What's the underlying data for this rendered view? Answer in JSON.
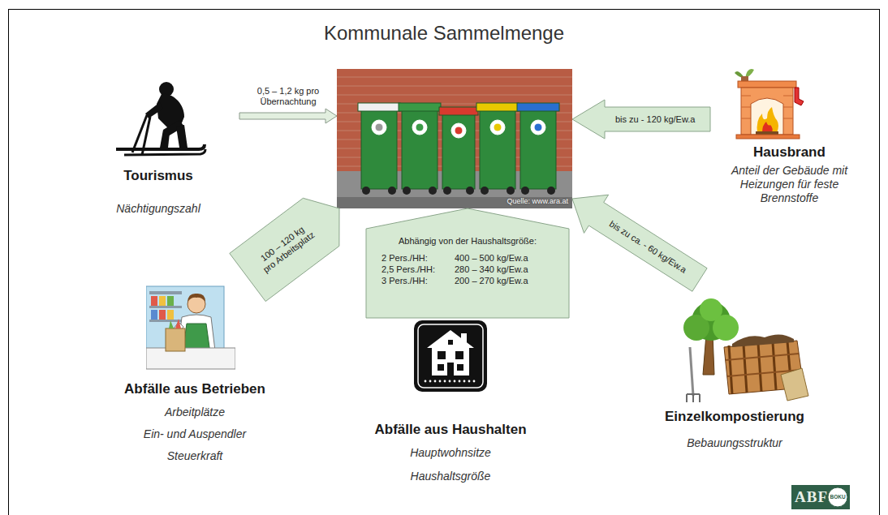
{
  "diagram": {
    "title": "Kommunale Sammelmenge",
    "nodes": [
      {
        "text": [
          "Tourismus",
          "Nächtigungszahl"
        ]
      },
      {
        "text": [
          "Quelle: www.ara.at"
        ]
      },
      {
        "text": [
          "Hausbrand",
          "Anteil der Gebäude mit Heizungen für feste Brennstoffe"
        ]
      },
      {
        "text": [
          "Abfälle aus Betrieben",
          "Arbeitplätze",
          "Ein- und Auspendler",
          "Steuerkraft"
        ]
      },
      {
        "text": [
          "Abfälle aus Haushalten",
          "Hauptwohnsitze",
          "Haushaltsgröße"
        ]
      },
      {
        "text": [
          "Einzelkompostierung",
          "Bebauungsstruktur"
        ]
      }
    ],
    "edges": [
      {
        "from": 0,
        "to": 1,
        "label": "0,5 – 1,2 kg pro Übernachtung",
        "arrow": "to"
      },
      {
        "from": 2,
        "to": 1,
        "label": "bis zu - 120 kg/Ew.a",
        "arrow": "to"
      },
      {
        "from": 3,
        "to": 1,
        "label": "100 – 120 kg pro Arbeitsplatz",
        "arrow": "to"
      },
      {
        "from": 4,
        "to": 1,
        "label": "Abhängig von der Haushaltsgröße:",
        "arrow": "to"
      },
      {
        "from": 5,
        "to": 1,
        "label": "bis zu ca. - 60 kg/Ew.a",
        "arrow": "to"
      }
    ],
    "labels": [
      "2 Pers./HH:",
      "400 – 500 kg/Ew.a",
      "2,5 Pers./HH:",
      "280 – 340 kg/Ew.a",
      "3 Pers./HH:",
      "200 – 270 kg/Ew.a",
      "ABF",
      "BOKU"
    ]
  }
}
